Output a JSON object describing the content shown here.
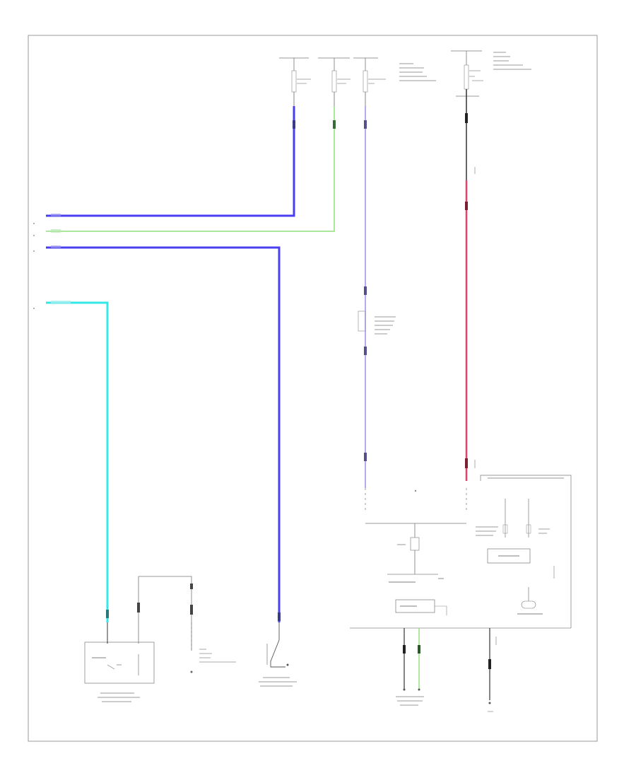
{
  "diagram": {
    "page_number": "",
    "frame_note": "",
    "wire_colors": {
      "blue": "#4a3ff0",
      "green": "#8ee07a",
      "cyan": "#34e8e8",
      "red": "#f0406a",
      "violet_light": "#9a90f0",
      "black": "#333333"
    },
    "wires": [
      {
        "id": "w1",
        "color": "blue"
      },
      {
        "id": "w2",
        "color": "green"
      },
      {
        "id": "w3",
        "color": "blue"
      },
      {
        "id": "w4",
        "color": "cyan"
      },
      {
        "id": "w5",
        "color": "violet_light"
      },
      {
        "id": "w6",
        "color": "red"
      }
    ],
    "labels": {
      "fuse_top_1": "",
      "fuse_top_2": "",
      "fuse_top_3": "",
      "fuse_right": "",
      "power_note_1": "",
      "power_note_2": "",
      "left_pin_1": "",
      "left_pin_2": "",
      "left_pin_3": "",
      "left_pin_4": "",
      "connector_mid": "",
      "control_unit": "",
      "sub_module": "",
      "module_box": "",
      "ground_block": "",
      "switch_left": "",
      "switch_left_caption": "",
      "relay_caption": "",
      "switch_mid_caption": "",
      "bottom_caption_1": "",
      "bottom_caption_2": ""
    }
  }
}
